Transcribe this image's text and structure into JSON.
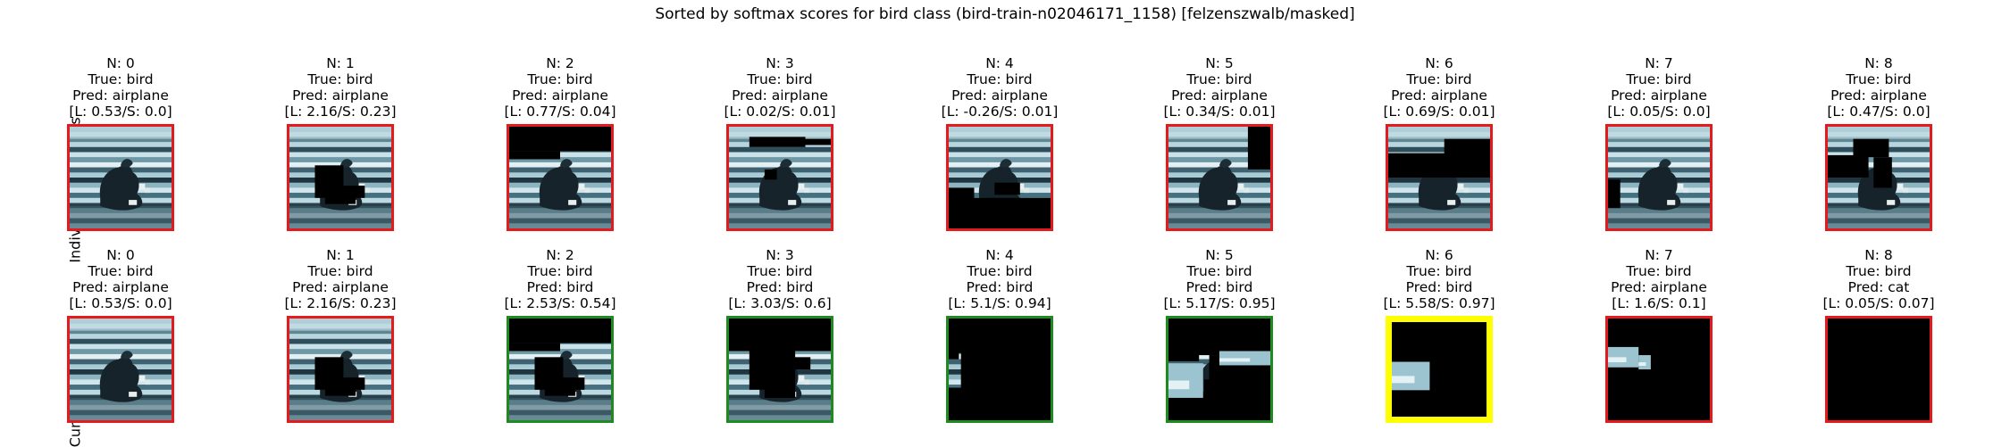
{
  "title": "Sorted by softmax scores for bird class (bird-train-n02046171_1158) [felzenszwalb/masked]",
  "colors": {
    "red": "#e41a1c",
    "green": "#1f8a1f",
    "yellow": "#ffff00"
  },
  "rows": [
    {
      "label": "Individual Segments",
      "panels": [
        {
          "n": "N: 0",
          "true_label": "True: bird",
          "pred": "Pred: airplane",
          "scores": "[L: 0.53/S: 0.0]",
          "border": "red",
          "mask": "none"
        },
        {
          "n": "N: 1",
          "true_label": "True: bird",
          "pred": "Pred: airplane",
          "scores": "[L: 2.16/S: 0.23]",
          "border": "red",
          "mask": "body"
        },
        {
          "n": "N: 2",
          "true_label": "True: bird",
          "pred": "Pred: airplane",
          "scores": "[L: 0.77/S: 0.04]",
          "border": "red",
          "mask": "top"
        },
        {
          "n": "N: 3",
          "true_label": "True: bird",
          "pred": "Pred: airplane",
          "scores": "[L: 0.02/S: 0.01]",
          "border": "red",
          "mask": "streak"
        },
        {
          "n": "N: 4",
          "true_label": "True: bird",
          "pred": "Pred: airplane",
          "scores": "[L: -0.26/S: 0.01]",
          "border": "red",
          "mask": "bottom"
        },
        {
          "n": "N: 5",
          "true_label": "True: bird",
          "pred": "Pred: airplane",
          "scores": "[L: 0.34/S: 0.01]",
          "border": "red",
          "mask": "right"
        },
        {
          "n": "N: 6",
          "true_label": "True: bird",
          "pred": "Pred: airplane",
          "scores": "[L: 0.69/S: 0.01]",
          "border": "red",
          "mask": "midband"
        },
        {
          "n": "N: 7",
          "true_label": "True: bird",
          "pred": "Pred: airplane",
          "scores": "[L: 0.05/S: 0.0]",
          "border": "red",
          "mask": "leftedge"
        },
        {
          "n": "N: 8",
          "true_label": "True: bird",
          "pred": "Pred: airplane",
          "scores": "[L: 0.47/S: 0.0]",
          "border": "red",
          "mask": "leftblock"
        }
      ]
    },
    {
      "label": "Cumulative Image",
      "panels": [
        {
          "n": "N: 0",
          "true_label": "True: bird",
          "pred": "Pred: airplane",
          "scores": "[L: 0.53/S: 0.0]",
          "border": "red",
          "mask": "none"
        },
        {
          "n": "N: 1",
          "true_label": "True: bird",
          "pred": "Pred: airplane",
          "scores": "[L: 2.16/S: 0.23]",
          "border": "red",
          "mask": "body"
        },
        {
          "n": "N: 2",
          "true_label": "True: bird",
          "pred": "Pred: bird",
          "scores": "[L: 2.53/S: 0.54]",
          "border": "green",
          "mask": "cum2"
        },
        {
          "n": "N: 3",
          "true_label": "True: bird",
          "pred": "Pred: bird",
          "scores": "[L: 3.03/S: 0.6]",
          "border": "green",
          "mask": "cum3"
        },
        {
          "n": "N: 4",
          "true_label": "True: bird",
          "pred": "Pred: bird",
          "scores": "[L: 5.1/S: 0.94]",
          "border": "green",
          "mask": "cum4"
        },
        {
          "n": "N: 5",
          "true_label": "True: bird",
          "pred": "Pred: bird",
          "scores": "[L: 5.17/S: 0.95]",
          "border": "green",
          "mask": "cum5"
        },
        {
          "n": "N: 6",
          "true_label": "True: bird",
          "pred": "Pred: bird",
          "scores": "[L: 5.58/S: 0.97]",
          "border": "yellow",
          "mask": "cum6"
        },
        {
          "n": "N: 7",
          "true_label": "True: bird",
          "pred": "Pred: airplane",
          "scores": "[L: 1.6/S: 0.1]",
          "border": "red",
          "mask": "cum7"
        },
        {
          "n": "N: 8",
          "true_label": "True: bird",
          "pred": "Pred: cat",
          "scores": "[L: 0.05/S: 0.07]",
          "border": "red",
          "mask": "all"
        }
      ]
    }
  ]
}
